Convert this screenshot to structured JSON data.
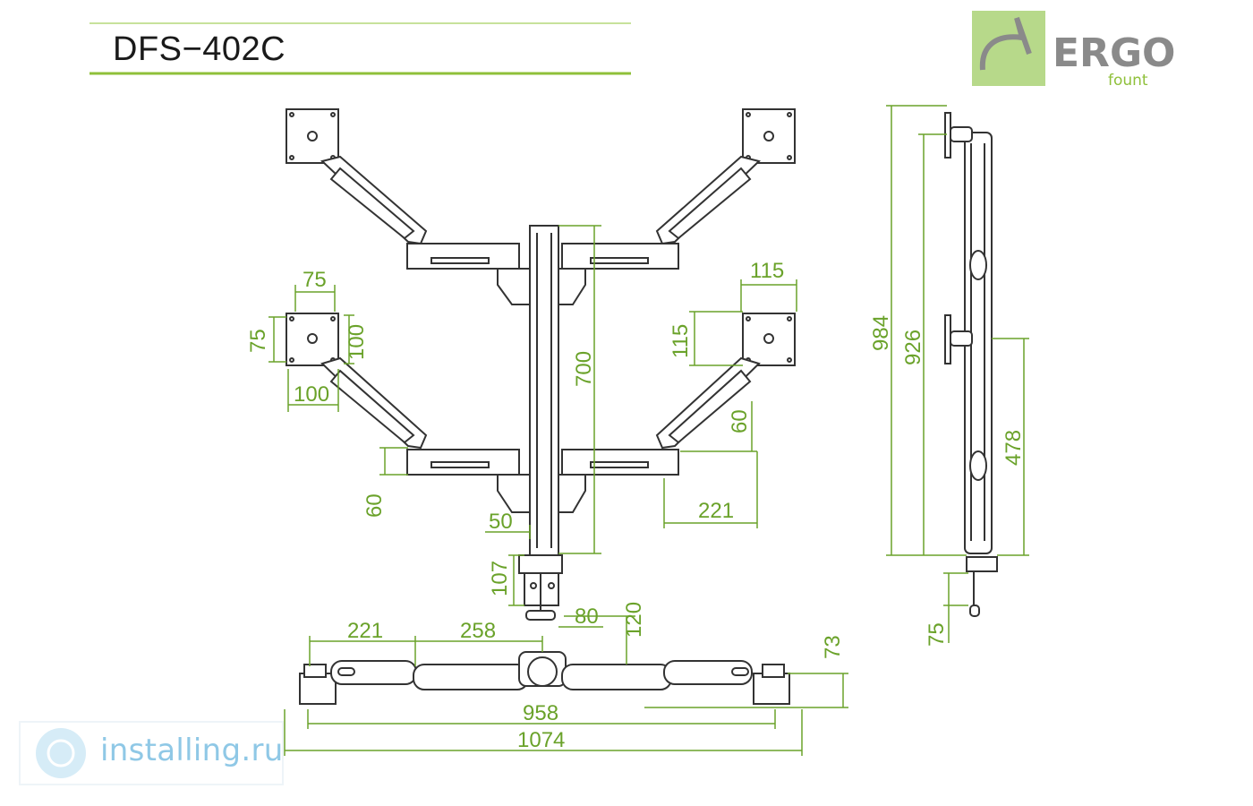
{
  "header": {
    "model": "DFS−402C"
  },
  "brand": {
    "name": "ERGO",
    "sub": "fount",
    "accent": "#8fc03a",
    "badge_bg": "#b7d98a"
  },
  "dimensions": {
    "d75_top": "75",
    "d75_side": "75",
    "d100_side": "100",
    "d100_bottom": "100",
    "d115_top": "115",
    "d115_side": "115",
    "d60_right": "60",
    "d60_left": "60",
    "d221_right": "221",
    "d50": "50",
    "d700": "700",
    "d107": "107",
    "d80": "80",
    "d120": "120",
    "d221_base": "221",
    "d258": "258",
    "d73": "73",
    "d958": "958",
    "d1074": "1074",
    "d984": "984",
    "d926": "926",
    "d478": "478",
    "d75_clamp": "75"
  },
  "watermark": {
    "text": "installing.ru",
    "icon": "gear-globe-icon"
  },
  "colors": {
    "line": "#333333",
    "dim": "#6aa22a",
    "rule": "#a9cf6e"
  }
}
